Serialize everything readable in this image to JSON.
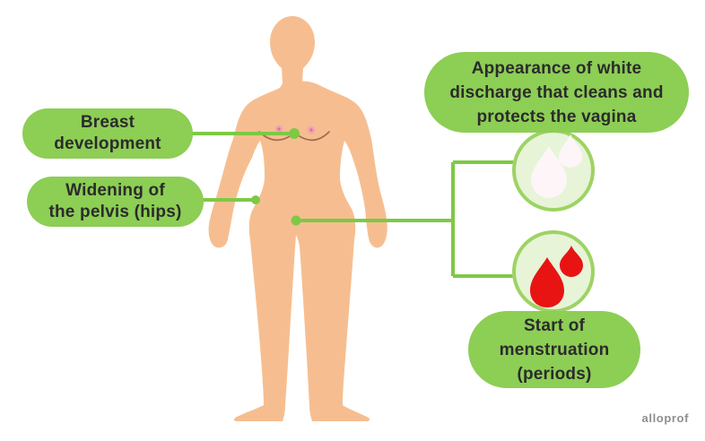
{
  "title": "Female puberty changes diagram",
  "colors": {
    "background": "#ffffff",
    "bubble_green": "#8dce55",
    "accent_green": "#7dc945",
    "circle_border": "#9ed364",
    "circle_fill": "#e7f4d7",
    "skin": "#f6be90",
    "blood_red": "#e81414",
    "drop_white": "#fdf5f7",
    "text_dark": "#2b2b2b",
    "watermark_gray": "#8e8e8e",
    "breast_line_brown": "#a06b4f",
    "nipple_pink": "#f2a6b4",
    "nipple_dot_pink": "#e2738c"
  },
  "labels": {
    "breast": {
      "line1": "Breast",
      "line2": "development"
    },
    "pelvis": {
      "line1": "Widening of",
      "line2": "the pelvis (hips)"
    },
    "discharge": {
      "line1": "Appearance of white",
      "line2": "discharge that cleans and",
      "line3": "protects the vagina"
    },
    "menstruation": {
      "line1": "Start of",
      "line2": "menstruation",
      "line3": "(periods)"
    }
  },
  "icons": {
    "discharge": "white-drops-icon",
    "menstruation": "blood-drops-icon"
  },
  "watermark": "alloprof"
}
